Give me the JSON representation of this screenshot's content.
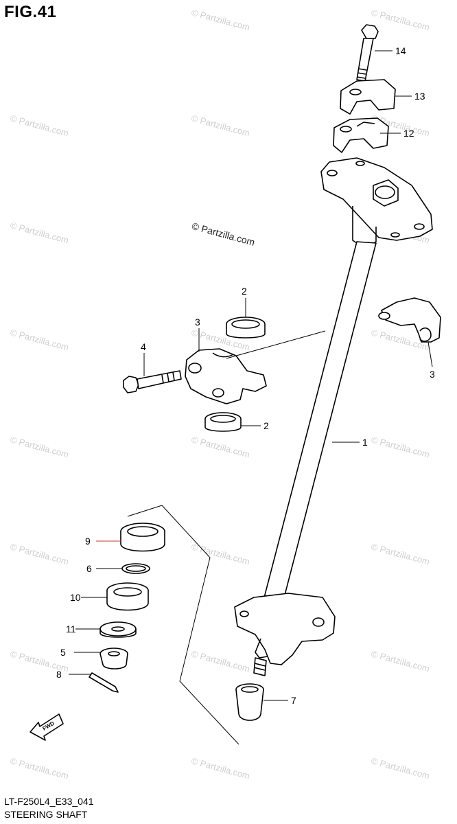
{
  "figure": {
    "title": "FIG.41",
    "model_code": "LT-F250L4_E33_041",
    "section_name": "STEERING SHAFT",
    "copyright_label": "© Partzilla.com",
    "watermark_text": "© Partzilla.com"
  },
  "callouts": [
    {
      "id": "1",
      "label": "1"
    },
    {
      "id": "2a",
      "label": "2"
    },
    {
      "id": "2b",
      "label": "2"
    },
    {
      "id": "3a",
      "label": "3"
    },
    {
      "id": "3b",
      "label": "3"
    },
    {
      "id": "4",
      "label": "4"
    },
    {
      "id": "5",
      "label": "5"
    },
    {
      "id": "6",
      "label": "6"
    },
    {
      "id": "7",
      "label": "7"
    },
    {
      "id": "8",
      "label": "8"
    },
    {
      "id": "9",
      "label": "9"
    },
    {
      "id": "10",
      "label": "10"
    },
    {
      "id": "11",
      "label": "11"
    },
    {
      "id": "12",
      "label": "12"
    },
    {
      "id": "13",
      "label": "13"
    },
    {
      "id": "14",
      "label": "14"
    }
  ],
  "fwd_label": "FWD",
  "colors": {
    "line": "#000000",
    "watermark": "#cfcfcf",
    "callout_7_leader": "#c0392b"
  }
}
